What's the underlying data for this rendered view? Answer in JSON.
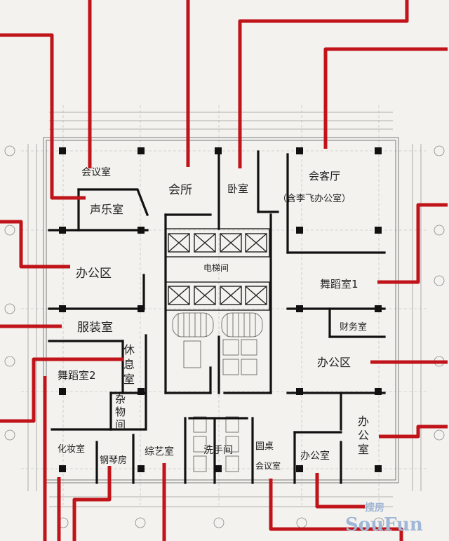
{
  "rooms": {
    "meeting_room": "会议室",
    "clubhouse": "会所",
    "bedroom": "卧室",
    "reception": "会客厅",
    "reception_sub": "（含李飞办公室）",
    "sound_room": "声乐室",
    "office_west": "办公区",
    "elevator_hall": "电梯间",
    "dance_room_1": "舞蹈室1",
    "finance_room": "财务室",
    "costume_room": "服装室",
    "lounge_1": "休",
    "lounge_2": "息",
    "lounge_3": "室",
    "dance_room_2": "舞蹈室2",
    "office_east": "办公区",
    "storage_1": "杂",
    "storage_2": "物",
    "storage_3": "间",
    "office_se_1": "办",
    "office_se_2": "公",
    "office_se_3": "室",
    "makeup_room": "化妆室",
    "piano_room": "钢琴房",
    "variety_room": "综艺室",
    "washroom": "洗手间",
    "round_table_1": "圆桌",
    "round_table_2": "会议室",
    "office_south": "办公室"
  },
  "watermark": {
    "cn": "搜房",
    "en": "SouFun"
  },
  "colors": {
    "leader": "#c0141a",
    "wall": "#111111",
    "drawing": "#8a8a8a",
    "background": "#f3f2ee"
  }
}
